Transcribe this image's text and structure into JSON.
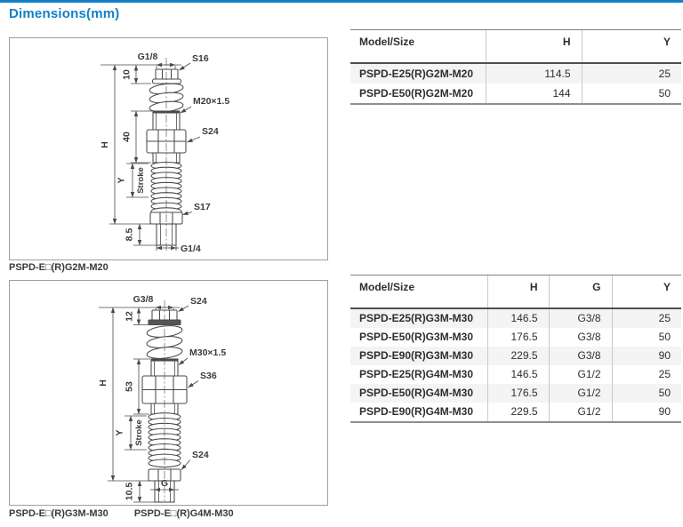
{
  "page": {
    "title": "Dimensions(mm)",
    "accent_color": "#1180c9",
    "line_color": "#4a4a4a",
    "row_alt_color": "#f4f4f4"
  },
  "figure1": {
    "caption": "PSPD-E□(R)G2M-M20",
    "labels": {
      "top_port": "G1/8",
      "top_hex": "S16",
      "top_len": "10",
      "thread": "M20×1.5",
      "nut_hex": "S24",
      "overall": "H",
      "body_len": "40",
      "stroke_y": "Y",
      "stroke_word": "Stroke",
      "bottom_hex": "S17",
      "bottom_len": "8.5",
      "bottom_port": "G1/4"
    }
  },
  "figure2": {
    "caption_left": "PSPD-E□(R)G3M-M30",
    "caption_right": "PSPD-E□(R)G4M-M30",
    "labels": {
      "top_port": "G3/8",
      "top_hex": "S24",
      "top_len": "12",
      "thread": "M30×1.5",
      "nut_hex": "S36",
      "overall": "H",
      "body_len": "53",
      "stroke_y": "Y",
      "stroke_word": "Stroke",
      "bottom_hex": "S24",
      "bottom_len": "10.5",
      "bottom_port": "G"
    }
  },
  "table1": {
    "headers": [
      "Model/Size",
      "H",
      "Y"
    ],
    "rows": [
      [
        "PSPD-E25(R)G2M-M20",
        "114.5",
        "25"
      ],
      [
        "PSPD-E50(R)G2M-M20",
        "144",
        "50"
      ]
    ]
  },
  "table2": {
    "headers": [
      "Model/Size",
      "H",
      "G",
      "Y"
    ],
    "rows": [
      [
        "PSPD-E25(R)G3M-M30",
        "146.5",
        "G3/8",
        "25"
      ],
      [
        "PSPD-E50(R)G3M-M30",
        "176.5",
        "G3/8",
        "50"
      ],
      [
        "PSPD-E90(R)G3M-M30",
        "229.5",
        "G3/8",
        "90"
      ],
      [
        "PSPD-E25(R)G4M-M30",
        "146.5",
        "G1/2",
        "25"
      ],
      [
        "PSPD-E50(R)G4M-M30",
        "176.5",
        "G1/2",
        "50"
      ],
      [
        "PSPD-E90(R)G4M-M30",
        "229.5",
        "G1/2",
        "90"
      ]
    ]
  }
}
